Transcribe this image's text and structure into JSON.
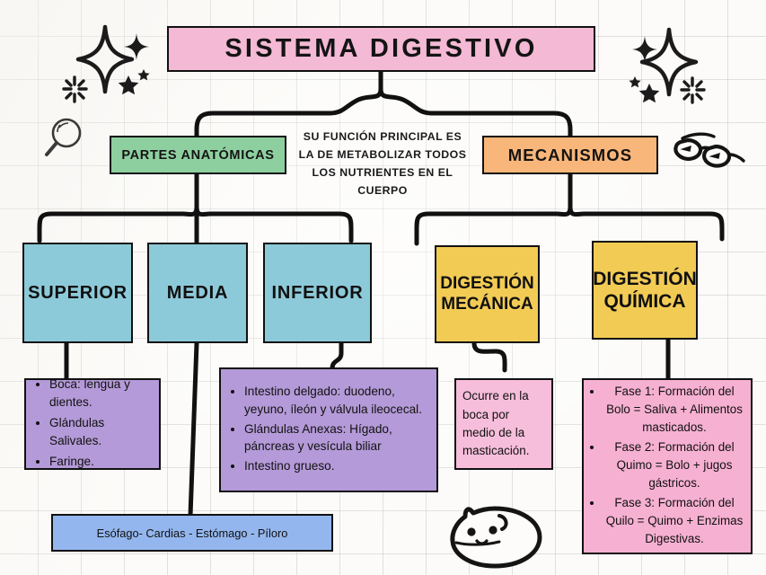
{
  "title": {
    "text": "SISTEMA DIGESTIVO",
    "color": "#f4b9d4"
  },
  "branches": {
    "partes": {
      "label": "PARTES ANATÓMICAS",
      "color": "#8ecfa0"
    },
    "mecanismos": {
      "label": "MECANISMOS",
      "color": "#f9b67a"
    }
  },
  "center_note": "SU FUNCIÓN PRINCIPAL ES LA DE METABOLIZAR TODOS LOS NUTRIENTES EN EL CUERPO",
  "anatomy_nodes": [
    {
      "label": "SUPERIOR",
      "color": "#8dcad9"
    },
    {
      "label": "MEDIA",
      "color": "#8dcad9"
    },
    {
      "label": "INFERIOR",
      "color": "#8dcad9"
    }
  ],
  "mechanism_nodes": [
    {
      "line1": "DIGESTIÓN",
      "line2": "MECÁNICA",
      "color": "#f2cb55"
    },
    {
      "line1": "DIGESTIÓN",
      "line2": "QUÍMICA",
      "color": "#f2cb55"
    }
  ],
  "details": {
    "superior": {
      "color": "#b49ad8",
      "items": [
        "Boca: lengua y dientes.",
        "Glándulas Salivales.",
        "Faringe."
      ]
    },
    "media": {
      "color": "#94b6ee",
      "text": "Esófago- Cardias - Estómago - Píloro"
    },
    "inferior": {
      "color": "#b49ad8",
      "items": [
        "Intestino delgado: duodeno, yeyuno, íleón y válvula ileocecal.",
        "Glándulas Anexas: Hígado, páncreas y vesícula biliar",
        "Intestino grueso."
      ]
    },
    "mecanica": {
      "color": "#f6bedb",
      "text": "Ocurre en la boca por medio de la masticación."
    },
    "quimica": {
      "color": "#f6b0d2",
      "items": [
        "Fase 1: Formación del Bolo = Saliva + Alimentos masticados.",
        "Fase 2: Formación del Quimo = Bolo + jugos gástricos.",
        "Fase 3: Formación del Quilo = Quimo + Enzimas Digestivas."
      ]
    }
  },
  "decorations": [
    {
      "name": "sparkle-cluster-left"
    },
    {
      "name": "sparkle-cluster-right"
    },
    {
      "name": "magnifying-glass-doodle"
    },
    {
      "name": "eyeglasses-doodle"
    },
    {
      "name": "cat-face-doodle"
    }
  ],
  "connector_color": "#111111"
}
